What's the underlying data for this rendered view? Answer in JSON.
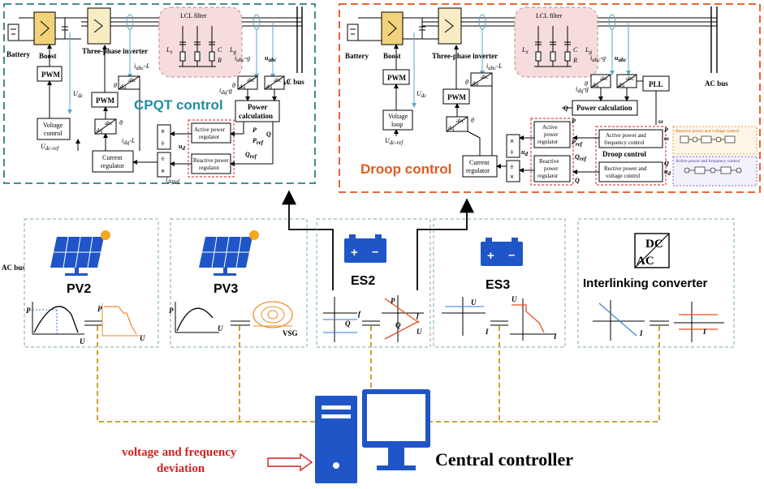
{
  "colors": {
    "teal_dashed": "#2f7f7f",
    "orange_dashed": "#e8501a",
    "panel_dashed": "#7aa9a9",
    "lcl_fill": "#f6dcdc",
    "boost_fill": "#f2d27a",
    "control_title_teal": "#1f8fa0",
    "control_title_orange": "#e25a1c",
    "signal_blue": "#5aa8c6",
    "gold_link": "#c8961e",
    "computer_blue": "#1f55c7",
    "red_arrow": "#d81e1e",
    "orange_curve": "#ef8a2a"
  },
  "cpqt": {
    "title": "CPQT control",
    "battery": "Battery",
    "boost": "Boost",
    "inverter": "Three-phase inverter",
    "lcl": "LCL filter",
    "ac_bus": "AC bus",
    "pwm1": "PWM",
    "pwm2": "PWM",
    "voltage_control": [
      "Voltage",
      "control"
    ],
    "udc": "U",
    "udc_sub": "dc",
    "udc_ref": "U",
    "udc_ref_sub": "dc-ref",
    "iabc_l": "i",
    "iabc_l_sub": "abc",
    "iabc_l_suffix": "-L",
    "iabc_g": "i",
    "iabc_g_sub": "abc",
    "iabc_g_suffix": "-g",
    "uabc": "u",
    "uabc_sub": "abc",
    "idq_g": "i",
    "idq_g_sub": "dq",
    "idq_g_suffix": "-g",
    "idq_l": "i",
    "idq_l_sub": "dq",
    "idq_l_suffix": "-L",
    "theta": "θ",
    "abc": "abc",
    "dq": "dq",
    "lx": "L",
    "lx_sub": "x",
    "lg": "L",
    "lg_sub": "g",
    "c": "C",
    "r": "R",
    "power_calc": [
      "Power",
      "calculation"
    ],
    "active_reg": [
      "Active power",
      "regulator"
    ],
    "reactive_reg": [
      "Reactive power",
      "regulator"
    ],
    "current_reg": [
      "Current",
      "regulator"
    ],
    "p": "P",
    "q": "Q",
    "pref": "P",
    "pref_sub": "ref",
    "qref": "Q",
    "qref_sub": "ref",
    "ud": "u",
    "ud_sub": "d",
    "idqref": "i",
    "idqref_sub": "dqref",
    "mul": "×",
    "div": "÷"
  },
  "droop": {
    "title": "Droop control",
    "battery": "Battery",
    "boost": "Boost",
    "inverter": "Three-phase inverter",
    "lcl": "LCL filter",
    "ac_bus": "AC bus",
    "pwm1": "PWM",
    "pwm2": "PWM",
    "pll": "PLL",
    "voltage_loop": [
      "Voltage",
      "loop"
    ],
    "udc": "U",
    "udc_sub": "dc",
    "udc_ref": "U",
    "udc_ref_sub": "dc-ref",
    "iabc_l": "i",
    "iabc_l_sub": "abc",
    "iabc_l_suffix": "-L",
    "iabc_g": "i",
    "iabc_g_sub": "abc",
    "iabc_g_suffix": "-g",
    "uabc": "u",
    "uabc_sub": "abc",
    "idq_g": "i",
    "idq_g_sub": "dq",
    "idq_g_suffix": "-g",
    "theta": "θ",
    "abc": "abc",
    "dq": "dq",
    "lx": "L",
    "lx_sub": "x",
    "lg": "L",
    "lg_sub": "g",
    "c": "C",
    "r": "R",
    "power_calc": "Power calculation",
    "active_reg": [
      "Active",
      "power",
      "regulator"
    ],
    "reactive_reg": [
      "Reactive",
      "power",
      "regulator"
    ],
    "current_reg": [
      "Current",
      "regulator"
    ],
    "droop_ctrl": "Droop control",
    "apfc": [
      "Active power and",
      "frequency control"
    ],
    "rpvc": [
      "Rective power and",
      "voltage control"
    ],
    "rpvc_box_title": "Reactive power and voltage control",
    "apfc_box_title": "Active power and frequency control",
    "p": "P",
    "q": "Q",
    "pref": "P",
    "pref_sub": "ref",
    "qref": "Q",
    "qref_sub": "ref",
    "ud": "u",
    "ud_sub": "d",
    "omega": "ω",
    "mul": "×",
    "div": "÷"
  },
  "panels": {
    "ac_bus": "AC bus",
    "pv2": "PV2",
    "pv3": "PV3",
    "es2": "ES2",
    "es3": "ES3",
    "ic": "Interlinking converter",
    "dc": "DC",
    "ac": "AC",
    "vsg": "VSG",
    "p": "P",
    "u": "U",
    "i": "I",
    "q": "Q",
    "f": "f"
  },
  "bottom": {
    "central_controller": "Central controller",
    "deviation": [
      "voltage and frequency",
      "deviation"
    ]
  }
}
